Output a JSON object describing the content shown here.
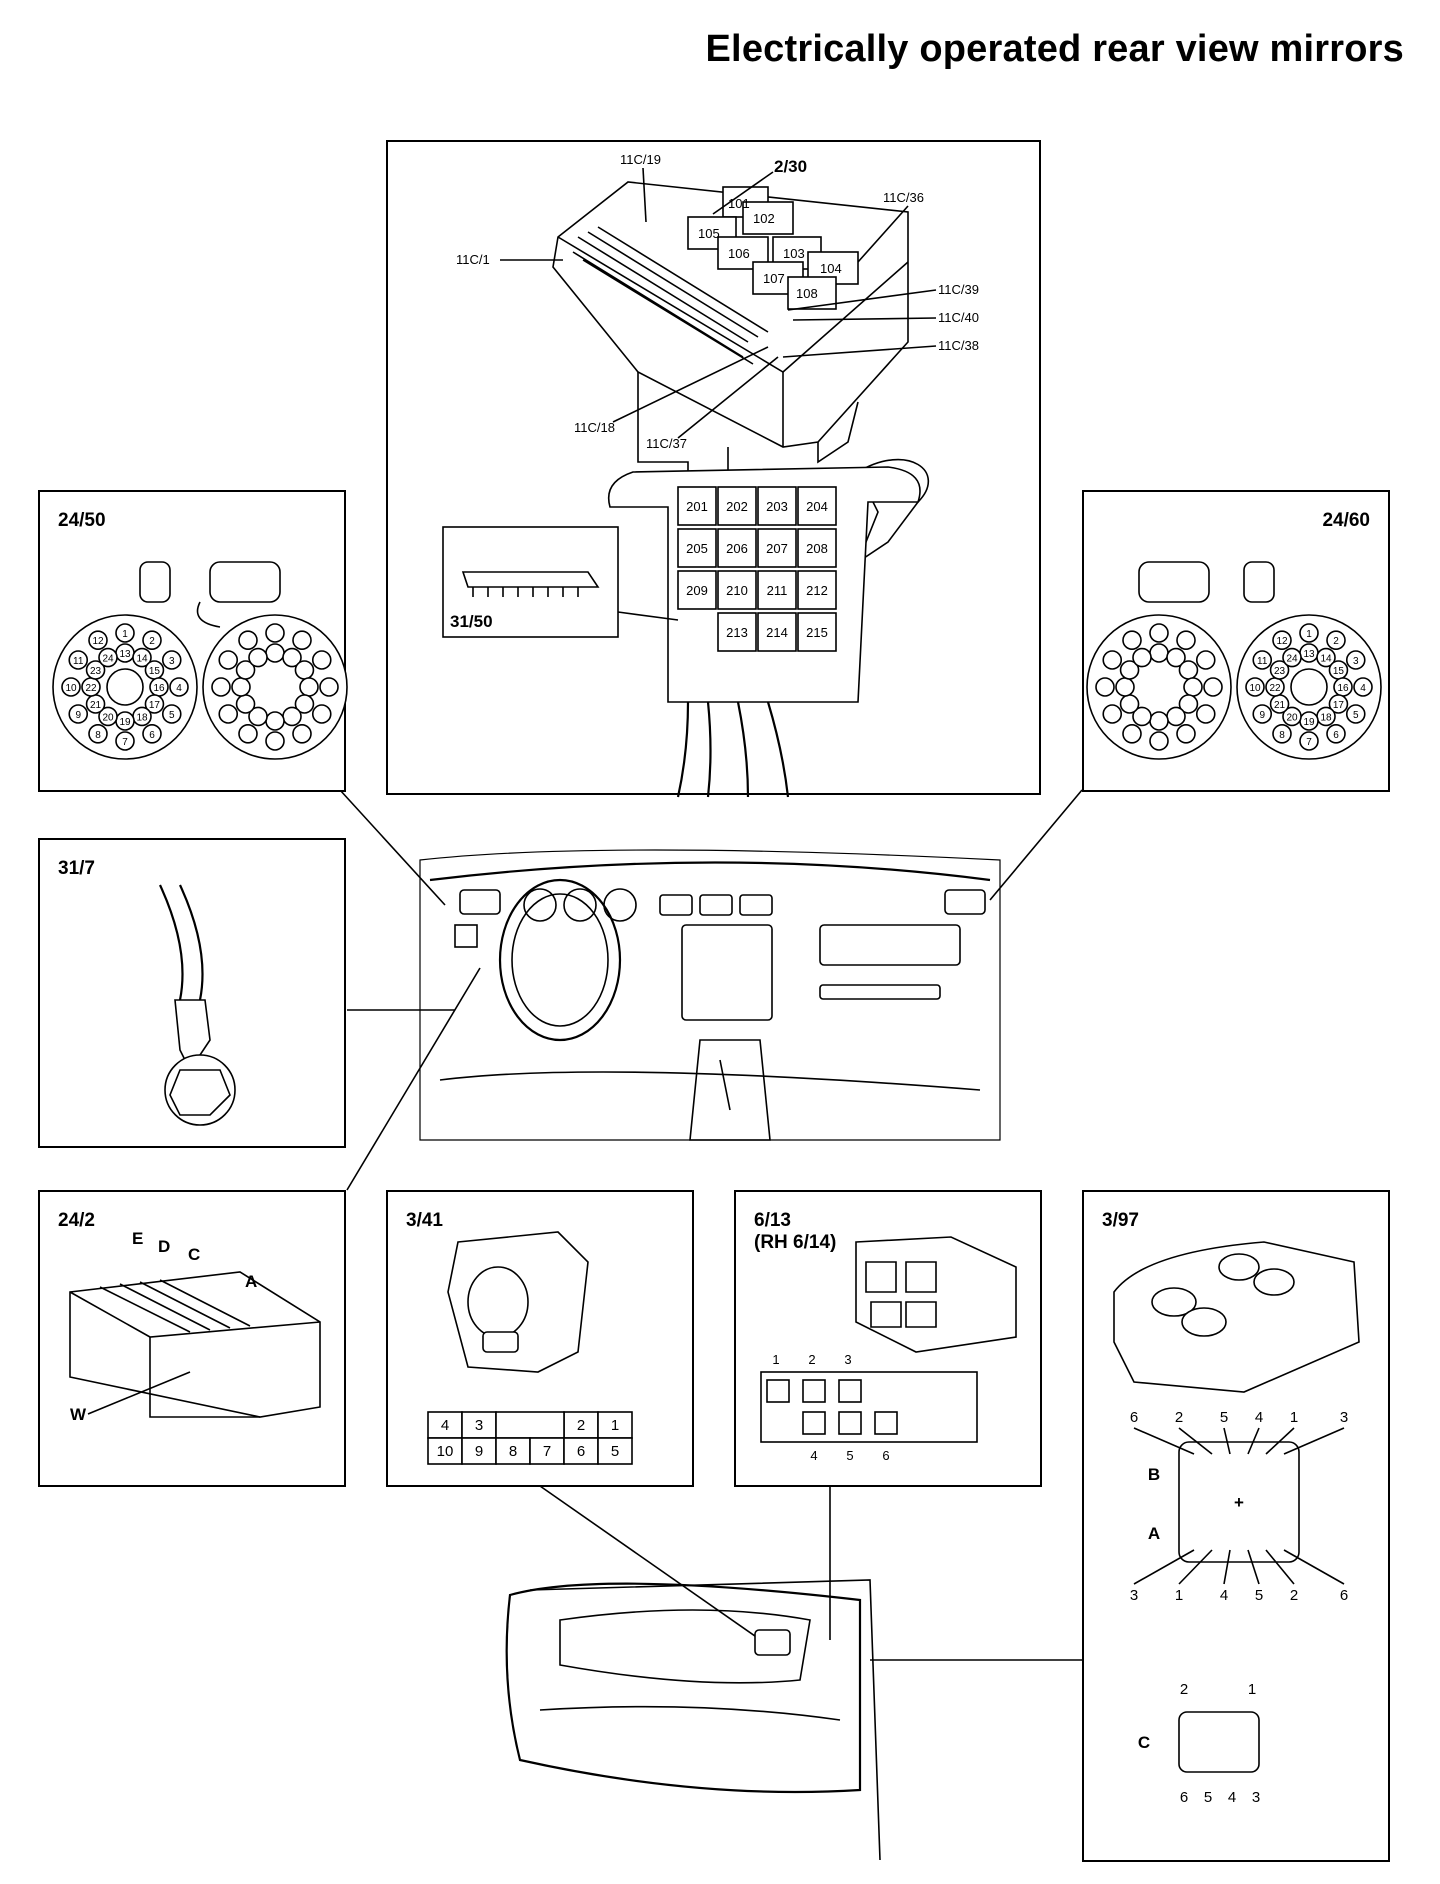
{
  "title": "Electrically operated rear view mirrors",
  "panels": {
    "fuse_box": {
      "relay_label": "2/30",
      "callouts": [
        "11C/19",
        "11C/1",
        "11C/36",
        "11C/39",
        "11C/40",
        "11C/38",
        "11C/18",
        "11C/37"
      ],
      "relays_top": [
        "101",
        "102",
        "105",
        "106",
        "103",
        "104",
        "107",
        "108"
      ],
      "relays_bottom": [
        "201",
        "202",
        "203",
        "204",
        "205",
        "206",
        "207",
        "208",
        "209",
        "210",
        "211",
        "212",
        "213",
        "214",
        "215"
      ],
      "inset_label": "31/50"
    },
    "connector_left": {
      "label": "24/50",
      "pins": [
        "1",
        "2",
        "3",
        "4",
        "5",
        "6",
        "7",
        "8",
        "9",
        "10",
        "11",
        "12",
        "13",
        "14",
        "15",
        "16",
        "17",
        "18",
        "19",
        "20",
        "21",
        "22",
        "23",
        "24"
      ]
    },
    "connector_right": {
      "label": "24/60",
      "pins": [
        "1",
        "2",
        "3",
        "4",
        "5",
        "6",
        "7",
        "8",
        "9",
        "10",
        "11",
        "12",
        "13",
        "14",
        "15",
        "16",
        "17",
        "18",
        "19",
        "20",
        "21",
        "22",
        "23",
        "24"
      ]
    },
    "ground": {
      "label": "31/7"
    },
    "central_unit": {
      "label": "24/2",
      "letters": [
        "E",
        "D",
        "C",
        "A"
      ],
      "w_label": "W"
    },
    "switch": {
      "label": "3/41",
      "pins_top": [
        "4",
        "3",
        "2",
        "1"
      ],
      "pins_bottom": [
        "10",
        "9",
        "8",
        "7",
        "6",
        "5"
      ]
    },
    "motor": {
      "label": "6/13",
      "sublabel": "(RH 6/14)",
      "pins_top": [
        "1",
        "2",
        "3"
      ],
      "pins_bottom": [
        "4",
        "5",
        "6"
      ]
    },
    "door_switch": {
      "label": "3/97",
      "b_top": [
        "6",
        "2",
        "5",
        "4",
        "1",
        "3"
      ],
      "a_bottom": [
        "3",
        "1",
        "4",
        "5",
        "2",
        "6"
      ],
      "letters": [
        "B",
        "A",
        "C"
      ],
      "c_top": [
        "2",
        "1"
      ],
      "c_bottom": [
        "6",
        "5",
        "4",
        "3"
      ]
    }
  }
}
